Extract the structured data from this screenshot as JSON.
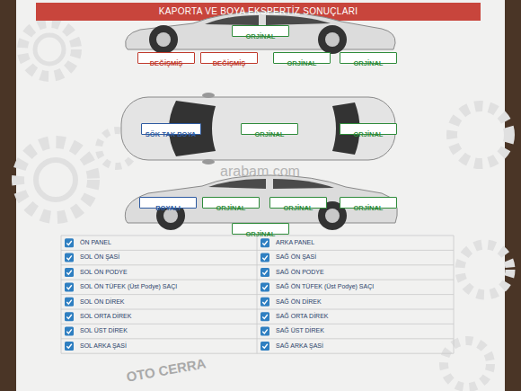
{
  "diagram": {
    "title": "KAPORTA VE BOYA EKSPERTİZ SONUÇLARI",
    "nodes": [
      {
        "text": [
          "ORJİNAL"
        ]
      },
      {
        "text": [
          "DEĞİŞMİŞ"
        ]
      },
      {
        "text": [
          "DEĞİŞMİŞ"
        ]
      },
      {
        "text": [
          "ORJİNAL"
        ]
      },
      {
        "text": [
          "ORJİNAL"
        ]
      },
      {
        "text": [
          "SÖK TAK BOYA"
        ]
      },
      {
        "text": [
          "ORJİNAL"
        ]
      },
      {
        "text": [
          "ORJİNAL"
        ]
      },
      {
        "text": [
          "BOYALI"
        ]
      },
      {
        "text": [
          "ORJİNAL"
        ]
      },
      {
        "text": [
          "ORJİNAL"
        ]
      },
      {
        "text": [
          "ORJİNAL"
        ]
      },
      {
        "text": [
          "ORJİNAL"
        ]
      }
    ],
    "labels": [
      "ÖN PANEL",
      "ARKA PANEL",
      "SOL ÖN ŞASİ",
      "SAĞ ÖN ŞASİ",
      "SOL ÖN PODYE",
      "SAĞ ÖN PODYE",
      "SOL ÖN TÜFEK (Üst Podye) SAÇI",
      "SAĞ ÖN TÜFEK (Üst Podye) SAÇI",
      "SOL ÖN DİREK",
      "SAĞ ÖN DİREK",
      "SOL ORTA DİREK",
      "SAĞ ORTA DİREK",
      "SOL ÜST DİREK",
      "SAĞ ÜST DİREK",
      "SOL ARKA ŞASİ",
      "SAĞ ARKA ŞASİ",
      "arabam.com",
      "OTO CERRA"
    ]
  }
}
